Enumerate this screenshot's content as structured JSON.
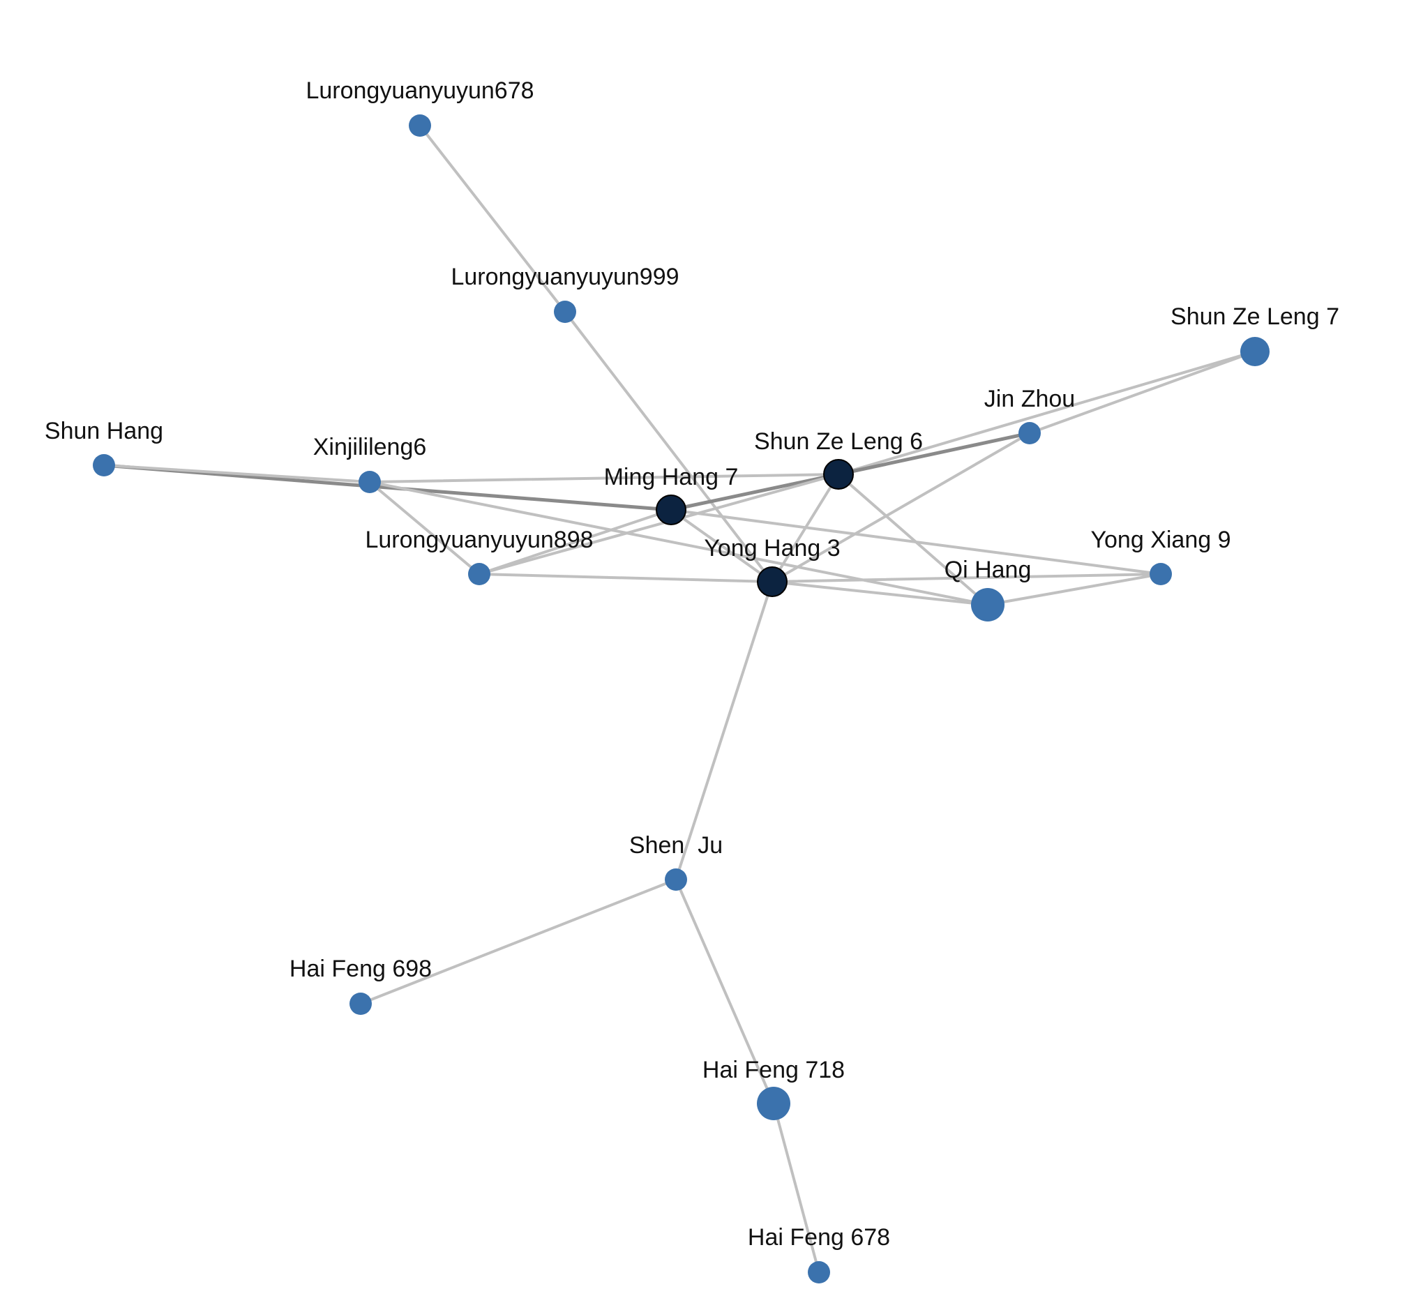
{
  "colors": {
    "node_default": "#3b72ad",
    "node_highlight": "#0c2340",
    "edge_default": "#c0c0c0",
    "edge_strong": "#8a8a8a"
  },
  "nodes": [
    {
      "id": "lurong678",
      "label": "Lurongyuanyuyun678",
      "size": "small",
      "highlight": false
    },
    {
      "id": "lurong999",
      "label": "Lurongyuanyuyun999",
      "size": "small",
      "highlight": false
    },
    {
      "id": "shunzeleng7",
      "label": "Shun Ze Leng 7",
      "size": "medium",
      "highlight": false
    },
    {
      "id": "jinzhou",
      "label": "Jin Zhou",
      "size": "small",
      "highlight": false
    },
    {
      "id": "shunzeleng6",
      "label": "Shun Ze Leng 6",
      "size": "medium",
      "highlight": true
    },
    {
      "id": "shunhang",
      "label": "Shun Hang",
      "size": "small",
      "highlight": false
    },
    {
      "id": "xinjilileng6",
      "label": "Xinjilileng6",
      "size": "small",
      "highlight": false
    },
    {
      "id": "minghang7",
      "label": "Ming Hang 7",
      "size": "medium",
      "highlight": true
    },
    {
      "id": "lurong898",
      "label": "Lurongyuanyuyun898",
      "size": "small",
      "highlight": false
    },
    {
      "id": "yonghang3",
      "label": "Yong Hang 3",
      "size": "medium",
      "highlight": true
    },
    {
      "id": "yongxiang9",
      "label": "Yong Xiang 9",
      "size": "small",
      "highlight": false
    },
    {
      "id": "qihang",
      "label": "Qi Hang",
      "size": "large",
      "highlight": false
    },
    {
      "id": "shenju",
      "label": "Shen  Ju",
      "size": "small",
      "highlight": false
    },
    {
      "id": "haifeng698",
      "label": "Hai Feng 698",
      "size": "small",
      "highlight": false
    },
    {
      "id": "haifeng718",
      "label": "Hai Feng 718",
      "size": "large",
      "highlight": false
    },
    {
      "id": "haifeng678",
      "label": "Hai Feng 678",
      "size": "small",
      "highlight": false
    }
  ],
  "edges": [
    {
      "source": "lurong678",
      "target": "lurong999",
      "strong": false
    },
    {
      "source": "lurong999",
      "target": "yonghang3",
      "strong": false
    },
    {
      "source": "shunzeleng7",
      "target": "jinzhou",
      "strong": false
    },
    {
      "source": "shunzeleng7",
      "target": "shunzeleng6",
      "strong": false
    },
    {
      "source": "jinzhou",
      "target": "shunzeleng6",
      "strong": true
    },
    {
      "source": "jinzhou",
      "target": "yonghang3",
      "strong": false
    },
    {
      "source": "shunhang",
      "target": "minghang7",
      "strong": true
    },
    {
      "source": "shunhang",
      "target": "xinjilileng6",
      "strong": false
    },
    {
      "source": "xinjilileng6",
      "target": "shunzeleng6",
      "strong": false
    },
    {
      "source": "xinjilileng6",
      "target": "lurong898",
      "strong": false
    },
    {
      "source": "xinjilileng6",
      "target": "qihang",
      "strong": false
    },
    {
      "source": "minghang7",
      "target": "shunzeleng6",
      "strong": true
    },
    {
      "source": "minghang7",
      "target": "yonghang3",
      "strong": false
    },
    {
      "source": "minghang7",
      "target": "yongxiang9",
      "strong": false
    },
    {
      "source": "minghang7",
      "target": "lurong898",
      "strong": false
    },
    {
      "source": "lurong898",
      "target": "shunzeleng6",
      "strong": false
    },
    {
      "source": "lurong898",
      "target": "yonghang3",
      "strong": false
    },
    {
      "source": "shunzeleng6",
      "target": "yonghang3",
      "strong": false
    },
    {
      "source": "shunzeleng6",
      "target": "qihang",
      "strong": false
    },
    {
      "source": "yonghang3",
      "target": "qihang",
      "strong": false
    },
    {
      "source": "yonghang3",
      "target": "yongxiang9",
      "strong": false
    },
    {
      "source": "yongxiang9",
      "target": "qihang",
      "strong": false
    },
    {
      "source": "yonghang3",
      "target": "shenju",
      "strong": false
    },
    {
      "source": "shenju",
      "target": "haifeng698",
      "strong": false
    },
    {
      "source": "shenju",
      "target": "haifeng718",
      "strong": false
    },
    {
      "source": "haifeng718",
      "target": "haifeng678",
      "strong": false
    }
  ]
}
